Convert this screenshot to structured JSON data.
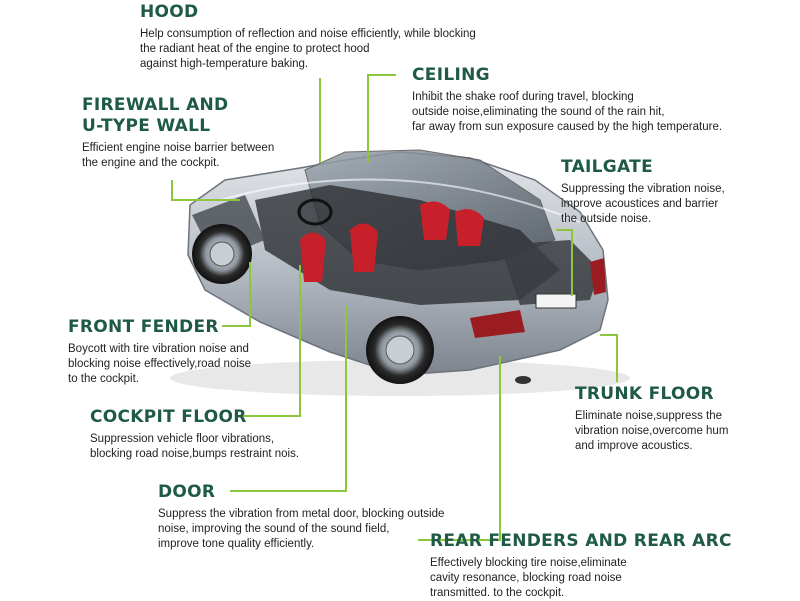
{
  "callouts": {
    "hood": {
      "title": "HOOD",
      "text": "Help consumption of reflection and noise efficiently, while blocking\nthe radiant heat of the engine to protect hood\nagainst high-temperature baking."
    },
    "ceiling": {
      "title": "CEILING",
      "text": "Inhibit the shake roof during travel, blocking\noutside noise,eliminating the sound of the rain hit,\nfar away from sun exposure caused by the high temperature."
    },
    "firewall": {
      "title_line1": "FIREWALL AND",
      "title_line2": "U-TYPE WALL",
      "text": "Efficient engine noise barrier between\nthe engine and the cockpit."
    },
    "tailgate": {
      "title": "TAILGATE",
      "text": "Suppressing the vibration noise,\nimprove acoustices and barrier\nthe outside noise."
    },
    "front_fender": {
      "title": "FRONT FENDER",
      "text": "Boycott with tire vibration noise and\nblocking noise effectively,road noise\nto the cockpit."
    },
    "trunk_floor": {
      "title": "TRUNK FLOOR",
      "text": "Eliminate noise,suppress the\nvibration noise,overcome hum\nand improve acoustics."
    },
    "cockpit_floor": {
      "title": "COCKPIT FLOOR",
      "text": "Suppression vehicle floor vibrations,\nblocking road noise,bumps restraint nois."
    },
    "door": {
      "title": "DOOR",
      "text": "Suppress the vibration from metal door, blocking outside\nnoise, improving the sound of the sound field,\nimprove tone quality efficiently."
    },
    "rear_fenders": {
      "title": "REAR FENDERS AND REAR ARC",
      "text": "Effectively blocking tire noise,eliminate\ncavity resonance, blocking road noise\ntransmitted. to the cockpit."
    }
  },
  "colors": {
    "heading": "#1f5a45",
    "leader_line": "#8cc63f",
    "body_text": "#222222"
  },
  "illustration": {
    "subject": "car-cutaway-image"
  }
}
